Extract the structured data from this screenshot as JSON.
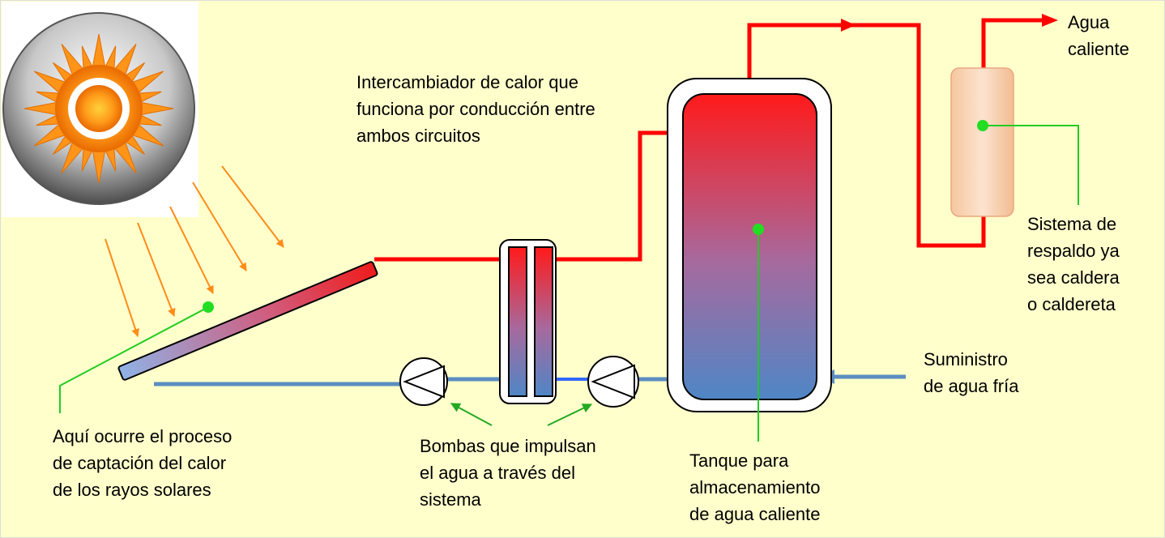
{
  "labels": {
    "hot_water_out": [
      "Agua",
      "caliente"
    ],
    "exchanger": [
      "Intercambiador de calor que",
      "funciona por conducción entre",
      "ambos circuitos"
    ],
    "backup": [
      "Sistema de",
      "respaldo ya",
      "sea caldera",
      "o caldereta"
    ],
    "cold_supply": [
      "Suministro",
      "de agua fría"
    ],
    "collector": [
      "Aquí ocurre el proceso",
      "de captación del calor",
      "de los rayos solares"
    ],
    "pumps": [
      "Bombas que impulsan",
      "el agua a través del",
      "sistema"
    ],
    "tank": [
      "Tanque para",
      "almacenamiento",
      "de agua caliente"
    ]
  },
  "colors": {
    "background": "#FFFFCC",
    "hot_pipe": "#FF0000",
    "cold_pipe": "#5B8DC0",
    "leader_line": "#22CC22",
    "sun_ray": "#FF8C1A",
    "blue_link": "#3366FF"
  }
}
